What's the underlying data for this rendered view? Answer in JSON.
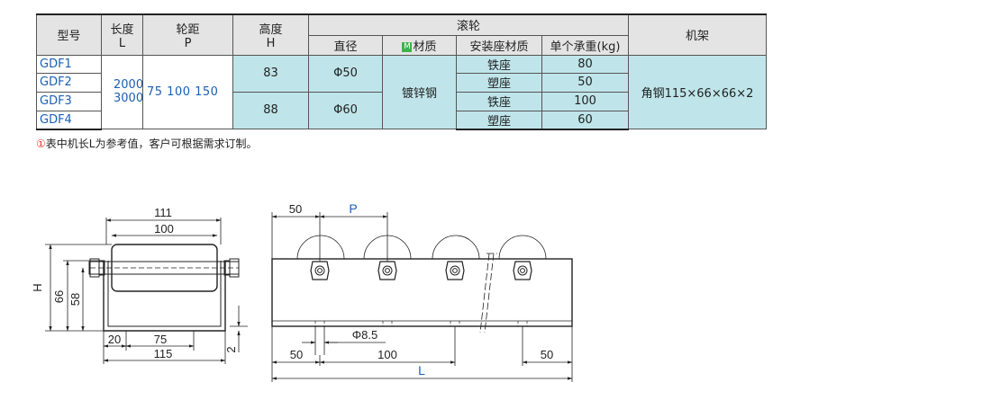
{
  "table": {
    "headers": {
      "model": "型号",
      "length": "长度",
      "length_sym": "L",
      "pitch": "轮距",
      "pitch_sym": "P",
      "height": "高度",
      "height_sym": "H",
      "roller": "滚轮",
      "diameter": "直径",
      "material_badge": "M",
      "material": "材质",
      "seat_material": "安装座材质",
      "load": "单个承重(kg)",
      "frame": "机架"
    },
    "models": [
      "GDF1",
      "GDF2",
      "GDF3",
      "GDF4"
    ],
    "lengths": "2000\n3000",
    "pitches": "75 100 150",
    "heights": [
      "83",
      "88"
    ],
    "diameters": [
      "Φ50",
      "Φ60"
    ],
    "roller_material": "镀锌钢",
    "seat_materials": [
      "铁座",
      "塑座",
      "铁座",
      "塑座"
    ],
    "loads": [
      "80",
      "50",
      "100",
      "60"
    ],
    "frame": "角钢115×66×66×2"
  },
  "note": {
    "mark": "①",
    "text": "表中机长L为参考值，客户可根据需求订制。"
  },
  "drawing_left": {
    "dim_111": "111",
    "dim_100": "100",
    "dim_H": "H",
    "dim_66": "66",
    "dim_58": "58",
    "dim_20": "20",
    "dim_75": "75",
    "dim_115": "115",
    "dim_2": "2"
  },
  "drawing_right": {
    "dim_50_top": "50",
    "dim_P": "P",
    "dim_phi": "Φ8.5",
    "dim_50_left": "50",
    "dim_100": "100",
    "dim_50_right": "50",
    "dim_L": "L"
  }
}
